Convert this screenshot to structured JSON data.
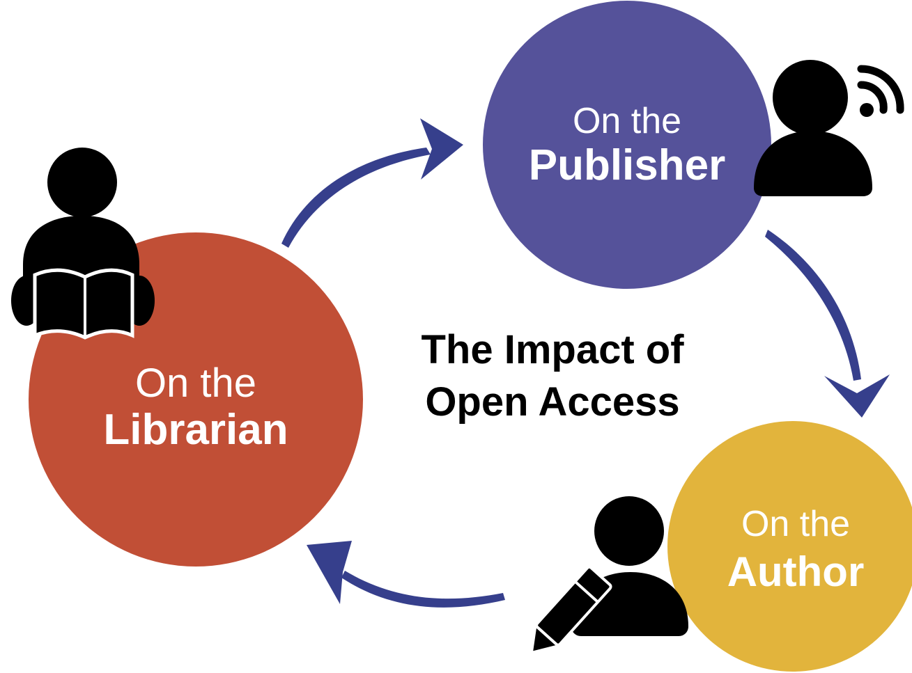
{
  "diagram": {
    "title_line1": "The Impact of",
    "title_line2": "Open Access",
    "nodes": {
      "publisher": {
        "prefix": "On the",
        "label": "Publisher",
        "color": "#55529a"
      },
      "librarian": {
        "prefix": "On the",
        "label": "Librarian",
        "color": "#c14f36"
      },
      "author": {
        "prefix": "On the",
        "label": "Author",
        "color": "#e2b43c"
      }
    },
    "arrow_color": "#363f8c",
    "icons": {
      "publisher": "person-broadcasting-icon",
      "librarian": "person-reading-icon",
      "author": "person-writing-icon"
    }
  }
}
